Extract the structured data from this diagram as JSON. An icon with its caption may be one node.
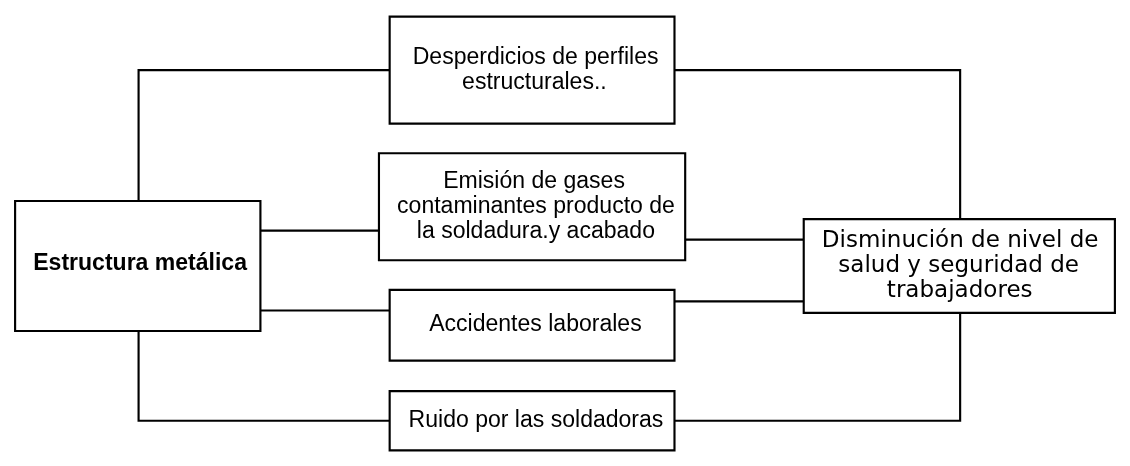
{
  "diagram": {
    "nodes": [
      {
        "text": [
          "Estructura metálica"
        ]
      },
      {
        "text": [
          "Desperdicios de perfiles estructurales.."
        ]
      },
      {
        "text": [
          "Emisión de gases contaminantes producto de la soldadura.y acabado"
        ]
      },
      {
        "text": [
          "Accidentes laborales"
        ]
      },
      {
        "text": [
          "Ruido por las soldadoras"
        ]
      },
      {
        "text": [
          "Disminución de nivel de salud y seguridad de trabajadores"
        ]
      }
    ],
    "edges": [
      {
        "from": 0,
        "to": 1,
        "arrow": "none"
      },
      {
        "from": 0,
        "to": 2,
        "arrow": "none"
      },
      {
        "from": 0,
        "to": 3,
        "arrow": "none"
      },
      {
        "from": 0,
        "to": 4,
        "arrow": "none"
      },
      {
        "from": 1,
        "to": 5,
        "arrow": "none"
      },
      {
        "from": 2,
        "to": 5,
        "arrow": "none"
      },
      {
        "from": 3,
        "to": 5,
        "arrow": "none"
      },
      {
        "from": 4,
        "to": 5,
        "arrow": "none"
      }
    ]
  }
}
